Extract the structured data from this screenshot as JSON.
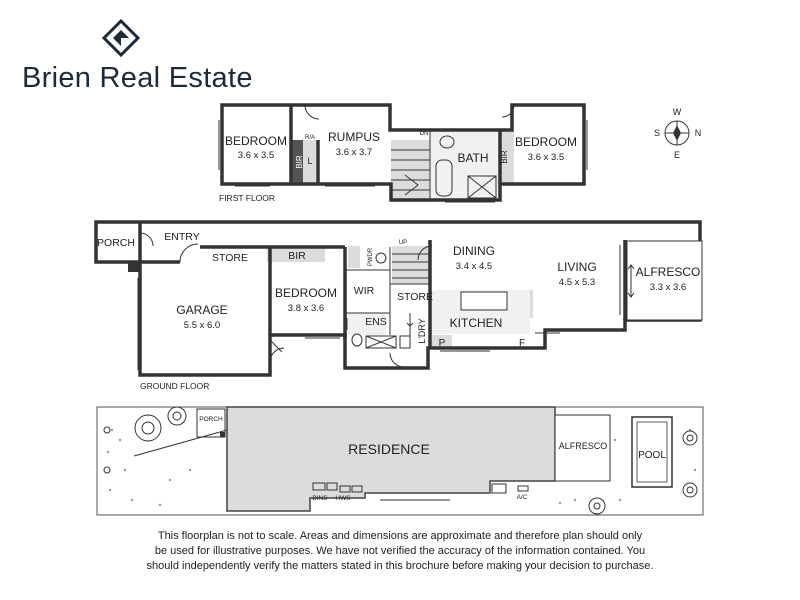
{
  "brand": {
    "name": "Brien Real Estate"
  },
  "disclaimer": [
    "This floorplan is not to scale. Areas and dimensions are approximate and therefore plan should only",
    "be used for illustrative purposes. We have not verified the accuracy of the information contained. You",
    "should independently verify the matters stated in this brochure before making your decision to purchase."
  ],
  "compass": {
    "n": "N",
    "s": "S",
    "e": "E",
    "w": "W"
  },
  "first_floor": {
    "label": "FIRST FLOOR",
    "bedroom1_name": "BEDROOM",
    "bedroom1_dim": "3.6 x 3.5",
    "rumpus_name": "RUMPUS",
    "rumpus_dim": "3.6 x 3.7",
    "bedroom2_name": "BEDROOM",
    "bedroom2_dim": "3.6 x 3.5",
    "bath": "BATH",
    "bir1": "BIR",
    "bir2": "BIR",
    "ra": "R/A",
    "l": "L",
    "dn": "DN"
  },
  "ground_floor": {
    "label": "GROUND FLOOR",
    "porch": "PORCH",
    "entry": "ENTRY",
    "store1": "STORE",
    "bir": "BIR",
    "garage_name": "GARAGE",
    "garage_dim": "5.5 x 6.0",
    "bedroom_name": "BEDROOM",
    "bedroom_dim": "3.8 x 3.6",
    "wir": "WIR",
    "ens": "ENS",
    "pwdr": "PWDR",
    "up": "UP",
    "store2": "STORE",
    "ldry": "L'DRY",
    "dining_name": "DINING",
    "dining_dim": "3.4 x 4.5",
    "kitchen": "KITCHEN",
    "p": "P",
    "f": "F",
    "living_name": "LIVING",
    "living_dim": "4.5 x 5.3",
    "alfresco_name": "ALFRESCO",
    "alfresco_dim": "3.3 x 3.6"
  },
  "site": {
    "porch": "PORCH",
    "residence": "RESIDENCE",
    "alfresco": "ALFRESCO",
    "pool": "POOL",
    "bins": "BINS",
    "hws": "HWS",
    "ac": "A/C"
  }
}
